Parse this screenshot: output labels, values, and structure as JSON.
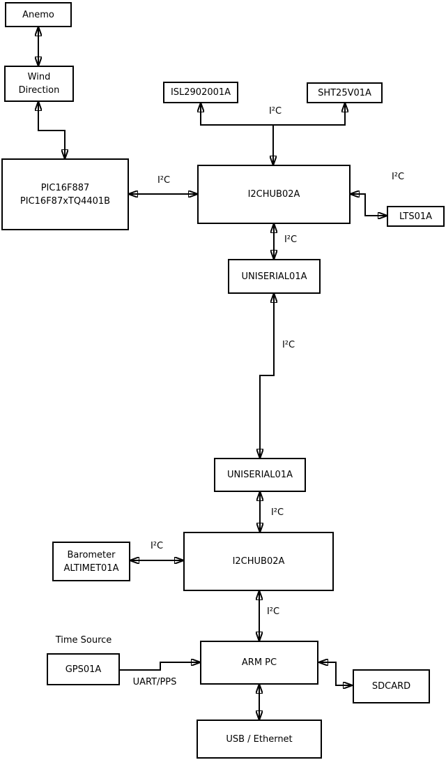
{
  "diagram": {
    "colors": {
      "background": "#ffffff",
      "line": "#000000",
      "text": "#000000"
    },
    "nodes": {
      "anemo": {
        "label": "Anemo"
      },
      "wind_direction": {
        "line1": "Wind",
        "line2": "Direction"
      },
      "pic": {
        "line1": "PIC16F887",
        "line2": "PIC16F87xTQ4401B"
      },
      "isl": {
        "label": "ISL2902001A"
      },
      "sht": {
        "label": "SHT25V01A"
      },
      "i2chub_top": {
        "label": "I2CHUB02A"
      },
      "lts": {
        "label": "LTS01A"
      },
      "uniserial_top": {
        "label": "UNISERIAL01A"
      },
      "uniserial_bottom": {
        "label": "UNISERIAL01A"
      },
      "i2chub_bottom": {
        "label": "I2CHUB02A"
      },
      "barometer": {
        "line1": "Barometer",
        "line2": "ALTIMET01A"
      },
      "gps": {
        "label": "GPS01A"
      },
      "arm_pc": {
        "label": "ARM PC"
      },
      "sdcard": {
        "label": "SDCARD"
      },
      "usb_ethernet": {
        "label": "USB / Ethernet"
      }
    },
    "edge_labels": {
      "i2c": "I²C",
      "uart_pps": "UART/PPS",
      "time_source": "Time Source"
    }
  }
}
